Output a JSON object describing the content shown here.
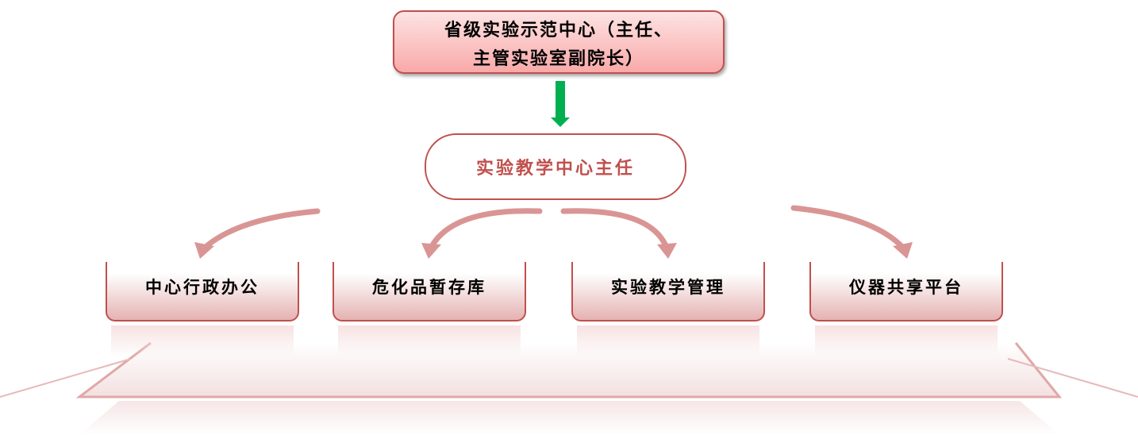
{
  "top_box": {
    "line1": "省级实验示范中心（主任、",
    "line2": "主管实验室副院长）"
  },
  "director": "实验教学中心主任",
  "units": [
    {
      "label": "中心行政办公"
    },
    {
      "label": "危化品暂存库"
    },
    {
      "label": "实验教学管理"
    },
    {
      "label": "仪器共享平台"
    }
  ],
  "colors": {
    "accent": "#c0504d",
    "arrow_green": "#00b050",
    "arrow_pink": "#d99594"
  }
}
